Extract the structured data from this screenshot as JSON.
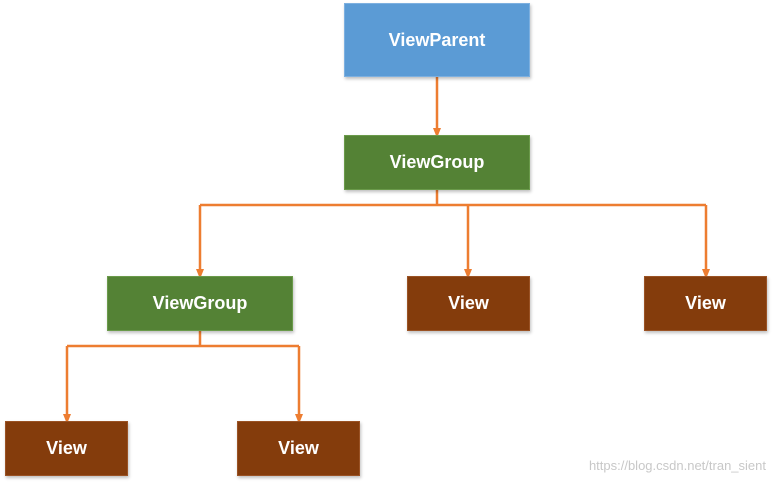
{
  "diagram": {
    "line_color": "#ED7D31",
    "colors": {
      "parent": "#5B9BD5",
      "group": "#548235",
      "view": "#843C0C"
    },
    "nodes": {
      "parent": "ViewParent",
      "group1": "ViewGroup",
      "group2": "ViewGroup",
      "view1": "View",
      "view2": "View",
      "view3": "View",
      "view4": "View"
    },
    "edges": [
      {
        "from": "parent",
        "to": "group1"
      },
      {
        "from": "group1",
        "to": "group2"
      },
      {
        "from": "group1",
        "to": "view1"
      },
      {
        "from": "group1",
        "to": "view2"
      },
      {
        "from": "group2",
        "to": "view3"
      },
      {
        "from": "group2",
        "to": "view4"
      }
    ]
  },
  "watermark": "https://blog.csdn.net/tran_sient"
}
